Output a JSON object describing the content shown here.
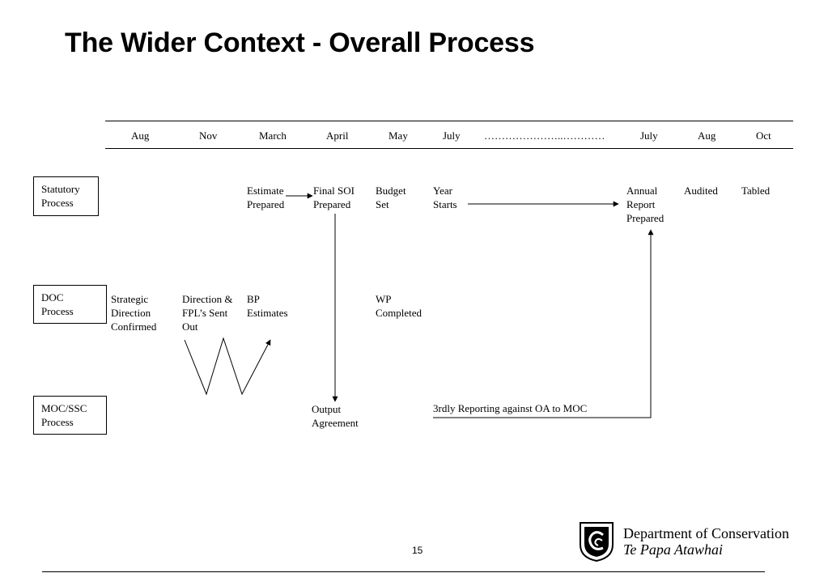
{
  "title": "The Wider Context - Overall Process",
  "timeline": {
    "months": [
      "Aug",
      "Nov",
      "March",
      "April",
      "May",
      "July",
      "…………………..…………",
      "July",
      "Aug",
      "Oct"
    ]
  },
  "lanes": {
    "statutory": "Statutory\nProcess",
    "doc": "DOC\nProcess",
    "moc": "MOC/SSC\nProcess"
  },
  "statutory_items": {
    "estimate": "Estimate\nPrepared",
    "final_soi": "Final SOI\nPrepared",
    "budget": "Budget\nSet",
    "year_starts": "Year\nStarts",
    "annual_report": "Annual\nReport\nPrepared",
    "audited": "Audited",
    "tabled": "Tabled"
  },
  "doc_items": {
    "strategic": "Strategic\nDirection\nConfirmed",
    "direction": "Direction &\nFPL’s Sent\nOut",
    "bp": "BP\nEstimates",
    "wp": "WP\nCompleted"
  },
  "moc_items": {
    "output": "Output\nAgreement",
    "reporting": "3rdly Reporting against OA to MOC"
  },
  "footer": {
    "page_number": "15",
    "logo_line1": "Department of Conservation",
    "logo_line2": "Te Papa Atawhai"
  }
}
